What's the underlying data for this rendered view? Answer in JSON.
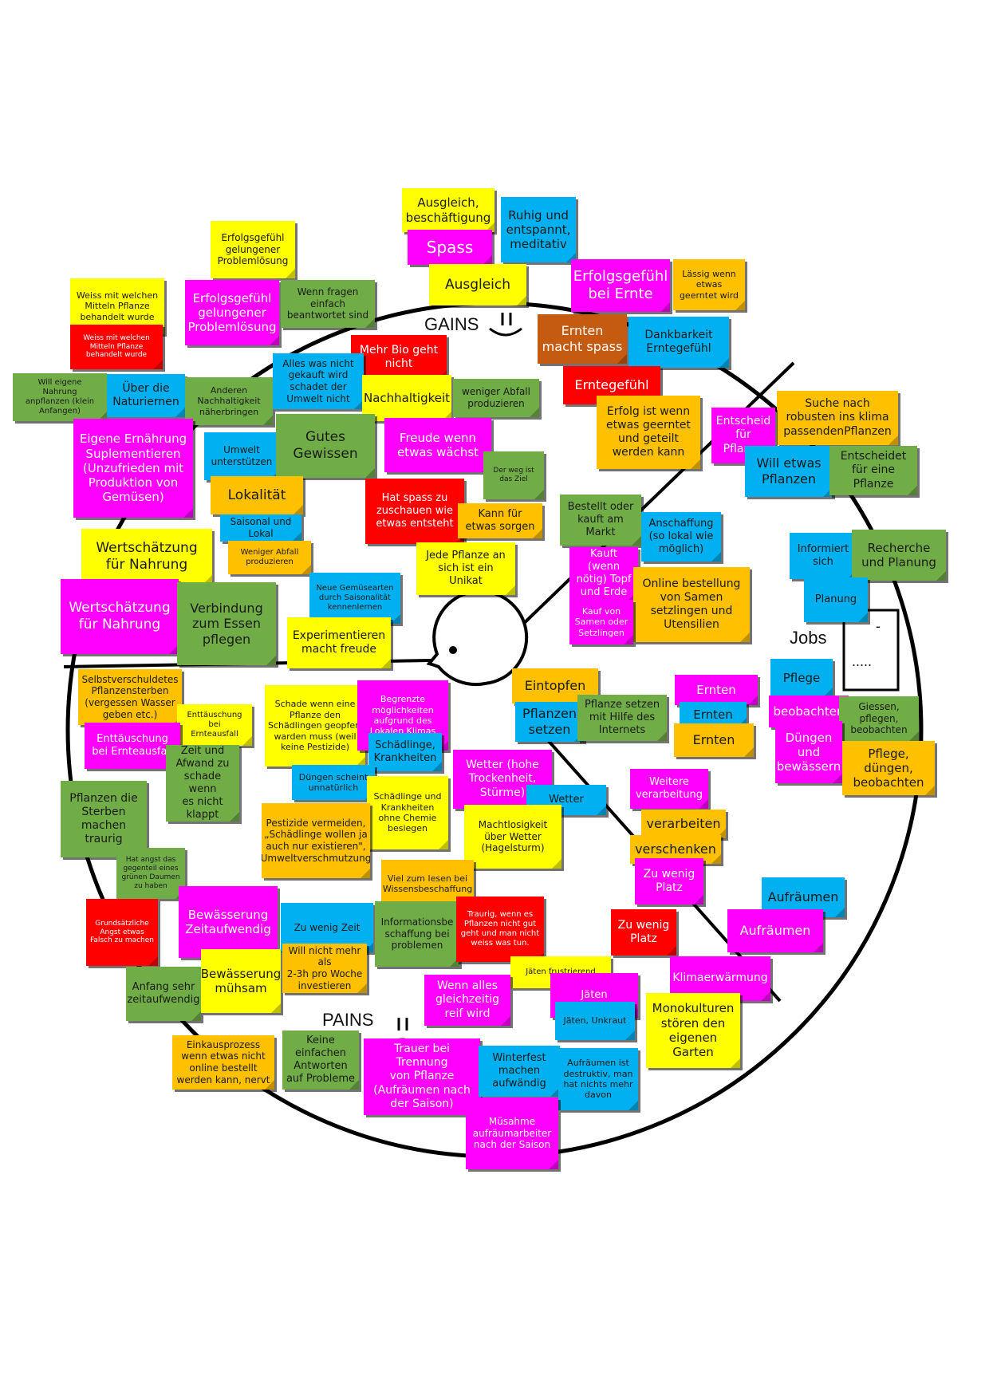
{
  "labels": {
    "gains": "GAINS",
    "pains": "PAINS",
    "jobs": "Jobs",
    "dash": "-",
    "dots": "....."
  },
  "colors": {
    "y": "#ffff00",
    "b": "#00b0f0",
    "m": "#ff00ff",
    "g": "#70ad47",
    "o": "#ffc000",
    "r": "#ff0000",
    "br": "#c55a11",
    "line": "#000000"
  },
  "notes": [
    {
      "text": "Ausgleich,\nbeschäftigung",
      "c": "y"
    },
    {
      "text": "Ruhig und\nentspannt,\nmeditativ",
      "c": "b"
    },
    {
      "text": "Spass",
      "c": "m"
    },
    {
      "text": "Ausgleich",
      "c": "y"
    },
    {
      "text": "Erfolgsgefühl\ngelungener\nProblemlösung",
      "c": "y"
    },
    {
      "text": "Erfolgsgefühl\ngelungener\nProblemlösung",
      "c": "m"
    },
    {
      "text": "Wenn fragen\neinfach\nbeantwortet sind",
      "c": "g"
    },
    {
      "text": "Weiss mit welchen\nMitteln Pflanze\nbehandelt wurde",
      "c": "y"
    },
    {
      "text": "Weiss mit welchen\nMitteln Pflanze\nbehandelt wurde",
      "c": "r"
    },
    {
      "text": "Mehr Bio geht\nnicht",
      "c": "r"
    },
    {
      "text": "Erfolgsgefühl\nbei Ernte",
      "c": "m"
    },
    {
      "text": "Lässig wenn\netwas\ngeerntet wird",
      "c": "o"
    },
    {
      "text": "Ernten\nmacht spass",
      "c": "br"
    },
    {
      "text": "Dankbarkeit\nErntegefühl",
      "c": "b"
    },
    {
      "text": "Erntegefühl",
      "c": "r"
    },
    {
      "text": "Will eigene\nNahrung\nanpflanzen (klein\nAnfangen)",
      "c": "g"
    },
    {
      "text": "Über die\nNaturiernen",
      "c": "b"
    },
    {
      "text": "Anderen\nNachhaltigkeit\nnäherbringen",
      "c": "g"
    },
    {
      "text": "Alles was nicht\ngekauft wird\nschadet der\nUmwelt nicht",
      "c": "b"
    },
    {
      "text": "Nachhaltigkeit",
      "c": "y"
    },
    {
      "text": "weniger Abfall\nproduzieren",
      "c": "g"
    },
    {
      "text": "Erfolg ist wenn\netwas geerntet\nund geteilt\nwerden kann",
      "c": "o"
    },
    {
      "text": "Suche nach\nrobusten ins klima\npassendenPflanzen",
      "c": "o"
    },
    {
      "text": "Entscheid\nfür Pflanze",
      "c": "m"
    },
    {
      "text": "Will etwas\nPflanzen",
      "c": "b"
    },
    {
      "text": "Entscheidet\nfür eine\nPflanze",
      "c": "g"
    },
    {
      "text": "Eigene Ernährung\nSuplementieren\n(Unzufrieden mit\nProduktion von\nGemüsen)",
      "c": "m"
    },
    {
      "text": "Umwelt\nunterstützen",
      "c": "b"
    },
    {
      "text": "Gutes\nGewissen",
      "c": "g"
    },
    {
      "text": "Freude wenn\netwas wächst",
      "c": "m"
    },
    {
      "text": "Der weg ist\ndas Ziel",
      "c": "g"
    },
    {
      "text": "Lokalität",
      "c": "o"
    },
    {
      "text": "Saisonal und\nLokal",
      "c": "b"
    },
    {
      "text": "Weniger Abfall\nproduzieren",
      "c": "o"
    },
    {
      "text": "Hat spass zu\nzuschauen wie\netwas entsteht",
      "c": "r"
    },
    {
      "text": "Kann für\netwas sorgen",
      "c": "o"
    },
    {
      "text": "Jede Pflanze an\nsich ist ein\nUnikat",
      "c": "y"
    },
    {
      "text": "Bestellt oder\nkauft am\nMarkt",
      "c": "g"
    },
    {
      "text": "Anschaffung\n(so lokal wie\nmöglich)",
      "c": "b"
    },
    {
      "text": "Kauft (wenn\nnötig) Topf\nund Erde",
      "c": "m"
    },
    {
      "text": "Online bestellung\nvon Samen\nsetzlingen und\nUtensilien",
      "c": "o"
    },
    {
      "text": "Kauf von\nSamen oder\nSetzlingen",
      "c": "m"
    },
    {
      "text": "Informiert\nsich",
      "c": "b"
    },
    {
      "text": "Recherche\nund Planung",
      "c": "g"
    },
    {
      "text": "Planung",
      "c": "b"
    },
    {
      "text": "Wertschätzung\nfür Nahrung",
      "c": "y"
    },
    {
      "text": "Wertschätzung\nfür Nahrung",
      "c": "m"
    },
    {
      "text": "Verbindung\nzum Essen\npflegen",
      "c": "g"
    },
    {
      "text": "Neue Gemüsearten\ndurch Saisonalität\nkennenlernen",
      "c": "b"
    },
    {
      "text": "Experimentieren\nmacht freude",
      "c": "y"
    },
    {
      "text": "Eintopfen",
      "c": "o"
    },
    {
      "text": "Pflanzen\nsetzen",
      "c": "b"
    },
    {
      "text": "Pflanze setzen\nmit Hilfe des\nInternets",
      "c": "g"
    },
    {
      "text": "Ernten",
      "c": "m"
    },
    {
      "text": "Ernten",
      "c": "b"
    },
    {
      "text": "Ernten",
      "c": "o"
    },
    {
      "text": "Pflege",
      "c": "b"
    },
    {
      "text": "beobachten",
      "c": "m"
    },
    {
      "text": "Giessen,\npflegen,\nbeobachten",
      "c": "g"
    },
    {
      "text": "Düngen\nund\nbewässern",
      "c": "m"
    },
    {
      "text": "Pflege,\ndüngen,\nbeobachten",
      "c": "o"
    },
    {
      "text": "Selbstverschuldetes\nPflanzensterben\n(vergessen Wasser\ngeben etc.)",
      "c": "o"
    },
    {
      "text": "Enttäuschung bei\nErnteausfall",
      "c": "y"
    },
    {
      "text": "Enttäuschung\nbei Ernteausfall",
      "c": "m"
    },
    {
      "text": "Zeit und\nAfwand zu\nschade wenn\nes nicht klappt",
      "c": "g"
    },
    {
      "text": "Schade wenn eine\nPflanze den\nSchädlingen geopfert\nwarden muss (weil\nkeine Pestizide)",
      "c": "y"
    },
    {
      "text": "Begrenzte\nmöglichkeiten\naufgrund des\nLokalen Klimas",
      "c": "m"
    },
    {
      "text": "Schädlinge,\nKrankheiten",
      "c": "b"
    },
    {
      "text": "Pflanzen die\nSterben\nmachen\ntraurig",
      "c": "g"
    },
    {
      "text": "Düngen scheint\nunnatürlich",
      "c": "b"
    },
    {
      "text": "Schädlinge und\nKrankheiten\nohne Chemie\nbesiegen",
      "c": "y"
    },
    {
      "text": "Pestizide vermeiden,\n„Schädlinge wollen ja\nauch nur existieren\",\nUmweltverschmutzung",
      "c": "o"
    },
    {
      "text": "Wetter (hohe\nTrockenheit,\nStürme)",
      "c": "m"
    },
    {
      "text": "Wetter",
      "c": "b"
    },
    {
      "text": "Machtlosigkeit\nüber Wetter\n(Hagelsturm)",
      "c": "y"
    },
    {
      "text": "Weitere\nverarbeitung",
      "c": "m"
    },
    {
      "text": "verarbeiten",
      "c": "o"
    },
    {
      "text": "verschenken",
      "c": "o"
    },
    {
      "text": "Hat angst das\ngegenteil eines\ngrünen Daumen\nzu haben",
      "c": "g"
    },
    {
      "text": "Grundsätzliche\nAngst etwas\nFalsch zu machen",
      "c": "r"
    },
    {
      "text": "Bewässerung\nZeitaufwendig",
      "c": "m"
    },
    {
      "text": "Zu wenig Zeit",
      "c": "b"
    },
    {
      "text": "Viel zum lesen bei\nWissensbeschaffung",
      "c": "o"
    },
    {
      "text": "Informationsbe\nschaffung bei\nproblemen",
      "c": "g"
    },
    {
      "text": "Traurig, wenn es\nPflanzen nicht gut\ngeht und man nicht\nweiss was tun.",
      "c": "r"
    },
    {
      "text": "Zu wenig\nPlatz",
      "c": "m"
    },
    {
      "text": "Zu wenig\nPlatz",
      "c": "r"
    },
    {
      "text": "Aufräumen",
      "c": "b"
    },
    {
      "text": "Aufräumen",
      "c": "m"
    },
    {
      "text": "Anfang sehr\nzeitaufwendig",
      "c": "g"
    },
    {
      "text": "Bewässerung\nmühsam",
      "c": "y"
    },
    {
      "text": "Will nicht mehr als\n2-3h pro Woche\ninvestieren",
      "c": "o"
    },
    {
      "text": "Jäten frustrierend",
      "c": "y"
    },
    {
      "text": "Wenn alles\ngleichzeitig\nreif wird",
      "c": "m"
    },
    {
      "text": "Jäten",
      "c": "m"
    },
    {
      "text": "Jäten, Unkraut",
      "c": "b"
    },
    {
      "text": "Klimaerwärmung",
      "c": "m"
    },
    {
      "text": "Monokulturen\nstören den\neigenen\nGarten",
      "c": "y"
    },
    {
      "text": "Einkausprozess\nwenn etwas nicht\nonline bestellt\nwerden kann, nervt",
      "c": "o"
    },
    {
      "text": "Keine\neinfachen\nAntworten\nauf Probleme",
      "c": "g"
    },
    {
      "text": "Trauer bei Trennung\nvon Pflanze\n(Aufräumen nach\nder Saison)",
      "c": "m"
    },
    {
      "text": "Winterfest\nmachen\naufwändig",
      "c": "b"
    },
    {
      "text": "Aufräumen ist\ndestruktiv, man\nhat nichts mehr\ndavon",
      "c": "b"
    },
    {
      "text": "Müsahme\naufräumarbeiter\nnach der Saison",
      "c": "m"
    }
  ]
}
